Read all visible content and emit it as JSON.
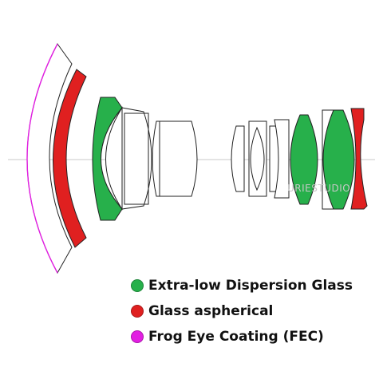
{
  "diagram": {
    "colors": {
      "ed_glass": "#27b04b",
      "aspherical": "#e02020",
      "fec": "#e21fe2",
      "lens_outline": "#222222",
      "axis": "#c8c8c8"
    },
    "watermark": "URIESTUDIO"
  },
  "legend": {
    "items": [
      {
        "name": "ed-glass",
        "label": "Extra-low Dispersion Glass",
        "color": "#27b04b"
      },
      {
        "name": "aspherical",
        "label": "Glass aspherical",
        "color": "#e02020"
      },
      {
        "name": "fec",
        "label": "Frog Eye Coating (FEC)",
        "color": "#e21fe2"
      }
    ]
  }
}
